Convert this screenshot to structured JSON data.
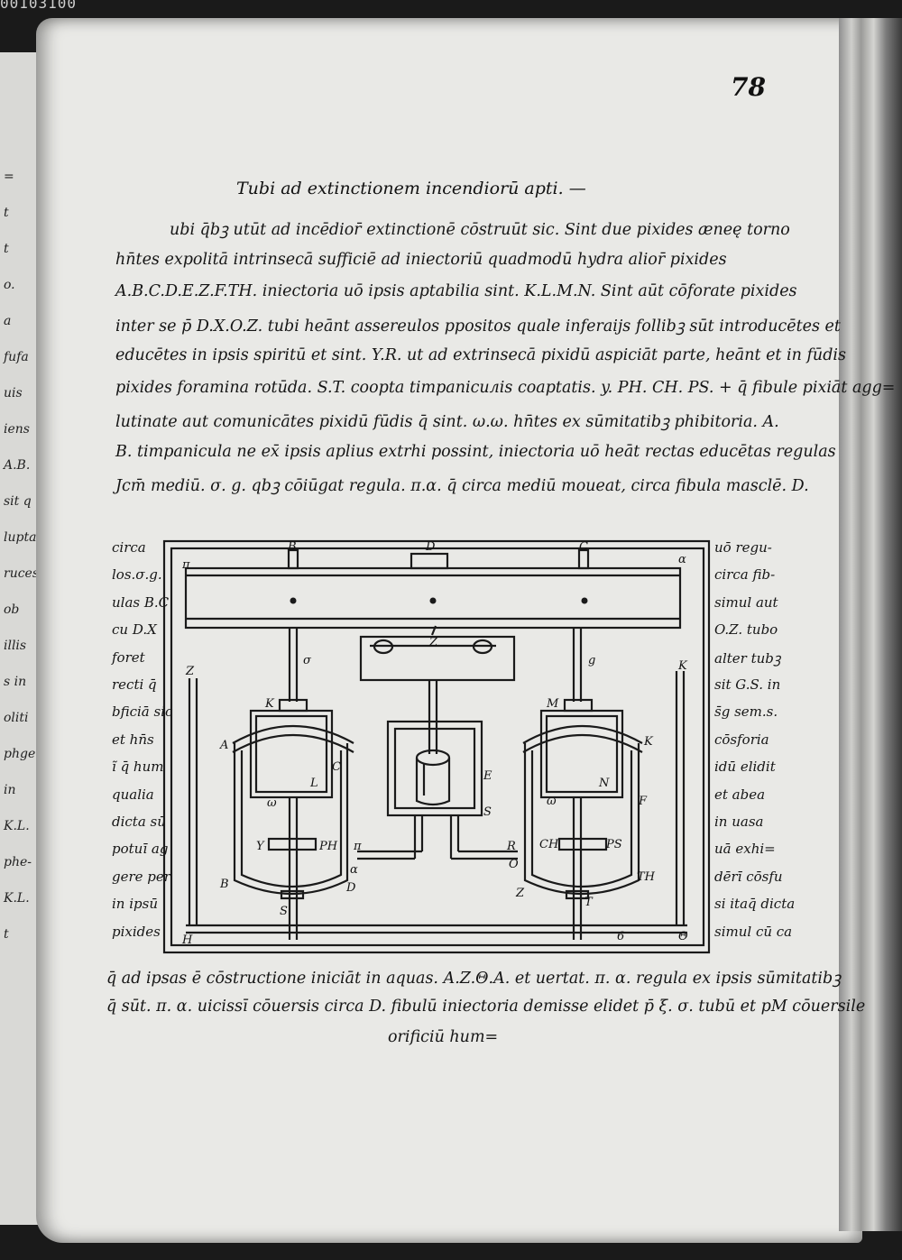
{
  "scan_id": "00103100",
  "folio_number": "78",
  "heading": "Tubi ad extinctionem incendiorū apti. —",
  "body_lines": [
    "ubi q̄bꝫ utūt ad incēdior̄ extinctionē cōstruūt sic. Sint due pixides æneę torno",
    "hn̄tes expolitā intrinsecā sufficiē ad iniectoriū quadmodū hydra alior̄ pixides",
    "A.B.C.D.E.Z.F.TH. iniectoria uō ipsis aptabilia sint. K.L.M.N. Sint aūt cōforate pixides",
    "inter se p̄ D.X.O.Z. tubi heānt assereulos ppositos quale inferaijs follibꝫ sūt introducētes et",
    "educētes in ipsis spiritū et sint. Y.R. ut ad extrinsecā pixidū aspiciāt parte, heānt et in fūdis",
    "pixides foramina rotūda. S.T. coopta timpanicuлis coaptatis. y. PH. CH. PS. + q̄ fibule pixiāt agg=",
    "lutinate aut comunicātes pixidū fūdis q̄ sint. ω.ω. hn̄tes ex sūmitatibꝫ phibitoria. A.",
    "B. timpanicula ne ex̄ ipsis aplius extrhi possint, iniectoria uō heāt rectas educētas regulas",
    "Jcm̄ mediū. σ. g. qbꝫ cōiūgat regula. π.α. q̄ circa mediū moueat, circa fibula masclē. D."
  ],
  "left_margin_notes": [
    "circa",
    "los.σ.g.",
    "ulas B.C",
    "cu D.X",
    "foret",
    "recti q̄",
    "bficiā sic",
    "et hn̄s",
    "ĩ q̄ hum",
    "qualia",
    "dicta sū",
    "potuī ag",
    "gere per",
    "in ipsū",
    "pixides"
  ],
  "right_margin_notes": [
    "uō regu-",
    "circa fib-",
    "simul aut",
    "O.Z. tubo",
    "alter tubꝫ",
    "sit G.S. in",
    "s̄g sem.s.",
    "cōsforia",
    "idū elidit",
    "et abea",
    "in uasa",
    "uā exhi=",
    "dērī cōsfu",
    "si itaq̄ dicta",
    "simul cū ca"
  ],
  "closing_lines": [
    "q̄ ad ipsas ē cōstructione iniciāt in aquas. A.Z.Θ.A. et uertat. π. α. regula ex ipsis sūmitatibꝫ",
    "q̄ sūt. π. α. uicissī cōuersis circa D. fibulū iniectoria demisse elidet p̄ ξ. σ. tubū et pM cōuersile",
    "orificiū hum="
  ],
  "left_page_fragments": [
    "=",
    "t",
    "t",
    "o.",
    "a",
    "fufa",
    "uis",
    "iens",
    "A.B.",
    "sit q",
    "luptar",
    "ruces",
    "ob",
    "illis",
    "s in",
    "oliti",
    "phge",
    "in",
    "K.L.",
    "phe-",
    "K.L.",
    "t"
  ],
  "diagram_labels": {
    "B": "B",
    "D": "D",
    "C": "C",
    "pi": "π",
    "alpha": "α",
    "sigma": "σ",
    "g": "g",
    "Z_top": "Z",
    "Z_left": "Z",
    "K_right_corner": "K",
    "K": "K",
    "M": "M",
    "A": "A",
    "C2": "C",
    "L": "L",
    "omega": "ω",
    "K2": "K",
    "N": "N",
    "F": "F",
    "omega2": "ω",
    "E": "E",
    "S_mid": "S",
    "Y": "Y",
    "PH": "PH",
    "pi2": "π",
    "alpha2": "α",
    "R": "R",
    "O": "O",
    "CH": "CH",
    "PS": "PS",
    "B2": "B",
    "D2": "D",
    "Z2": "Z",
    "TH": "TH",
    "S": "S",
    "T": "T",
    "H": "H",
    "b": "6",
    "theta": "Θ"
  }
}
